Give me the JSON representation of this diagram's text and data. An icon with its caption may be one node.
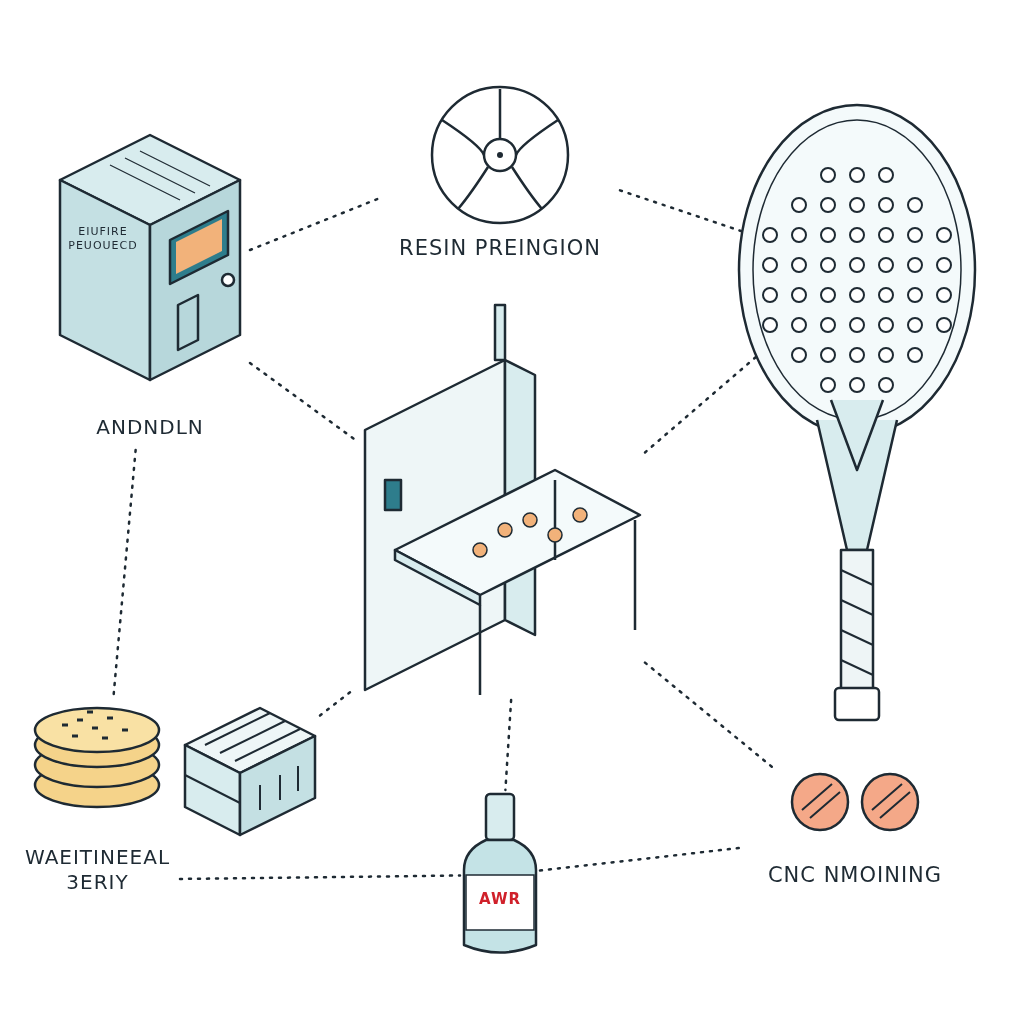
{
  "diagram": {
    "nodes": [
      {
        "text": [
          "EIUFIRE PEUOUECD",
          "ANDNDLN"
        ]
      },
      {
        "text": [
          "RESIN PREINGION"
        ]
      },
      {
        "text": [],
        "shape": "picture"
      },
      {
        "text": [],
        "shape": "picture"
      },
      {
        "text": [],
        "shape": "picture"
      },
      {
        "text": [
          "WAEITINEEAL 3ERIY"
        ]
      },
      {
        "text": [
          "AWR"
        ]
      },
      {
        "text": [
          "CNC NMOINING"
        ]
      }
    ],
    "edges": [
      {
        "from": 0,
        "to": 1,
        "arrow": "none",
        "style": "dashed"
      },
      {
        "from": 1,
        "to": 2,
        "arrow": "none",
        "style": "dashed"
      },
      {
        "from": 0,
        "to": 3,
        "arrow": "none",
        "style": "dashed"
      },
      {
        "from": 3,
        "to": 2,
        "arrow": "none",
        "style": "dashed"
      },
      {
        "from": 0,
        "to": 5,
        "arrow": "none",
        "style": "dashed"
      },
      {
        "from": 4,
        "to": 3,
        "arrow": "none",
        "style": "dashed"
      },
      {
        "from": 3,
        "to": 6,
        "arrow": "none",
        "style": "dashed"
      },
      {
        "from": 3,
        "to": 7,
        "arrow": "none",
        "style": "dashed"
      },
      {
        "from": 5,
        "to": 6,
        "arrow": "none",
        "style": "dashed"
      },
      {
        "from": 6,
        "to": 7,
        "arrow": "none",
        "style": "dashed"
      }
    ]
  }
}
